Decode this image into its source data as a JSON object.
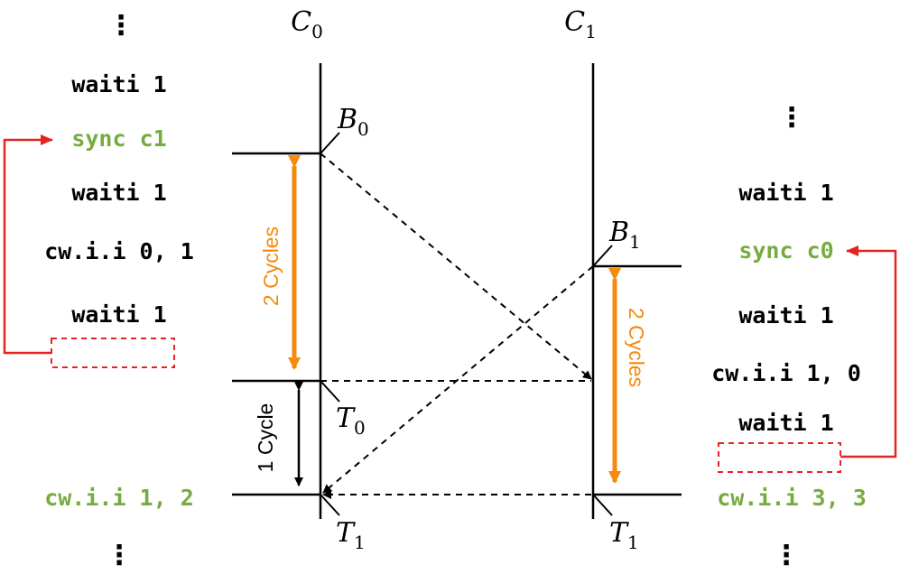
{
  "colors": {
    "black": "#000000",
    "green": "#77ab3f",
    "orange": "#f58a0b",
    "red": "#e52320"
  },
  "cores": [
    {
      "name": "C",
      "sub": "0"
    },
    {
      "name": "C",
      "sub": "1"
    }
  ],
  "left_code": {
    "dots_top": "⋮",
    "lines": [
      {
        "text": "waiti 1",
        "color": "black"
      },
      {
        "text": "sync c1",
        "color": "green"
      },
      {
        "text": "waiti 1",
        "color": "black"
      },
      {
        "text": "cw.i.i 0, 1",
        "color": "black"
      },
      {
        "text": "waiti 1",
        "color": "black"
      },
      {
        "text": "cw.i.i 1, 2",
        "color": "green"
      }
    ],
    "dots_bottom": "⋮"
  },
  "right_code": {
    "dots_top": "⋮",
    "lines": [
      {
        "text": "waiti 1",
        "color": "black"
      },
      {
        "text": "sync c0",
        "color": "green"
      },
      {
        "text": "waiti 1",
        "color": "black"
      },
      {
        "text": "cw.i.i 1, 0",
        "color": "black"
      },
      {
        "text": "waiti 1",
        "color": "black"
      },
      {
        "text": "cw.i.i 3, 3",
        "color": "green"
      }
    ],
    "dots_bottom": "⋮"
  },
  "events": [
    {
      "name": "B",
      "sub": "0"
    },
    {
      "name": "T",
      "sub": "0"
    },
    {
      "name": "T",
      "sub": "1"
    },
    {
      "name": "B",
      "sub": "1"
    },
    {
      "name": "T",
      "sub": "1"
    }
  ],
  "intervals": {
    "left_sync": "2 Cycles",
    "left_gap": "1 Cycle",
    "right_sync": "2 Cycles"
  }
}
